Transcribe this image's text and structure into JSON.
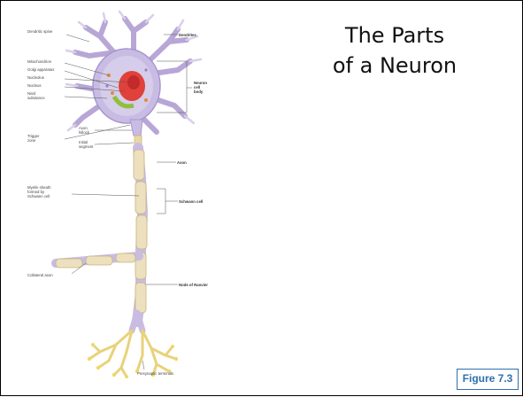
{
  "slide": {
    "title_line1": "The Parts",
    "title_line2": "of a Neuron",
    "figure_tag": "Figure 7.3"
  },
  "diagram": {
    "labels_left": {
      "dendritic_spine": "Dendritic spine",
      "mitochondrion": "Mitochondrion",
      "golgi": "Golgi apparatus",
      "nucleolus": "Nucleolus",
      "nucleus": "Nucleus",
      "nissl_1": "Nissl",
      "nissl_2": "substance",
      "trigger_1": "Trigger",
      "trigger_2": "zone",
      "hillock_1": "Axon",
      "hillock_2": "hillock",
      "initial_1": "Initial",
      "initial_2": "segment",
      "myelin_1": "Myelin sheath",
      "myelin_2": "formed by",
      "myelin_3": "Schwann cell",
      "collateral": "Collateral axon",
      "presynaptic": "Presynaptic terminals"
    },
    "labels_right": {
      "dendrites": "Dendrites",
      "cellbody_1": "Neuron",
      "cellbody_2": "cell",
      "cellbody_3": "body",
      "axon": "Axon",
      "schwann": "Schwann cell",
      "node": "Node of Ranvier"
    }
  }
}
